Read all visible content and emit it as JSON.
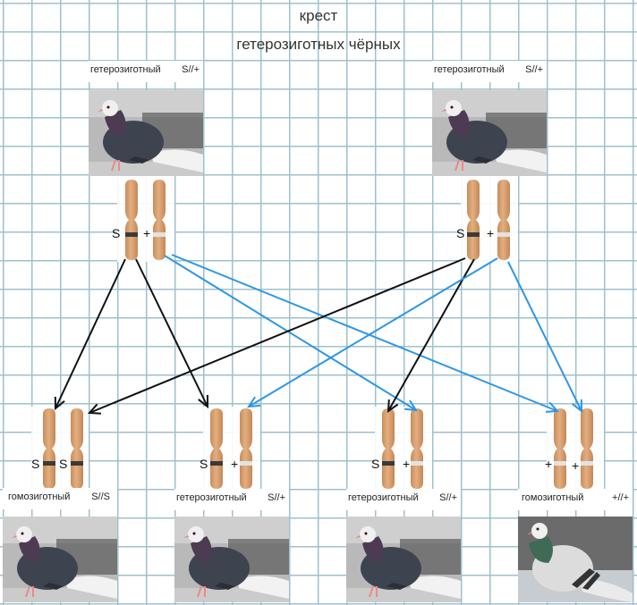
{
  "title": {
    "line1": "крест",
    "line2": "гетерозиготных  чёрных"
  },
  "colors": {
    "arrow_dominant": "#111111",
    "arrow_recessive": "#2e97e6",
    "chromosome": "#d9a273",
    "band_S": "#3a3a3a",
    "band_plus": "#e0e0e0",
    "grid": "#9fc0cc"
  },
  "parents": [
    {
      "zygosity": "гетерозиготный",
      "genotype": "S//+",
      "photo": "black-pigeon-photo",
      "alleles": [
        "S",
        "+"
      ]
    },
    {
      "zygosity": "гетерозиготный",
      "genotype": "S//+",
      "photo": "black-pigeon-photo",
      "alleles": [
        "S",
        "+"
      ]
    }
  ],
  "offspring": [
    {
      "zygosity": "гомозиготный",
      "genotype": "S//S",
      "photo": "black-pigeon-photo",
      "alleles": [
        "S",
        "S"
      ]
    },
    {
      "zygosity": "гетерозиготный",
      "genotype": "S//+",
      "photo": "black-pigeon-photo",
      "alleles": [
        "S",
        "+"
      ]
    },
    {
      "zygosity": "гетерозиготный",
      "genotype": "S//+",
      "photo": "black-pigeon-photo",
      "alleles": [
        "S",
        "+"
      ]
    },
    {
      "zygosity": "гомозиготный",
      "genotype": "+//+",
      "photo": "blue-bar-pigeon-photo",
      "alleles": [
        "+",
        "+"
      ]
    }
  ],
  "inheritance_arrows": [
    {
      "from": "parent-1-S",
      "to": "offspring-1-chrom-1",
      "allele": "S"
    },
    {
      "from": "parent-1-S",
      "to": "offspring-2-chrom-1",
      "allele": "S"
    },
    {
      "from": "parent-1-plus",
      "to": "offspring-3-chrom-2",
      "allele": "+"
    },
    {
      "from": "parent-1-plus",
      "to": "offspring-4-chrom-1",
      "allele": "+"
    },
    {
      "from": "parent-2-S",
      "to": "offspring-1-chrom-2",
      "allele": "S"
    },
    {
      "from": "parent-2-S",
      "to": "offspring-3-chrom-1",
      "allele": "S"
    },
    {
      "from": "parent-2-plus",
      "to": "offspring-2-chrom-2",
      "allele": "+"
    },
    {
      "from": "parent-2-plus",
      "to": "offspring-4-chrom-2",
      "allele": "+"
    }
  ]
}
